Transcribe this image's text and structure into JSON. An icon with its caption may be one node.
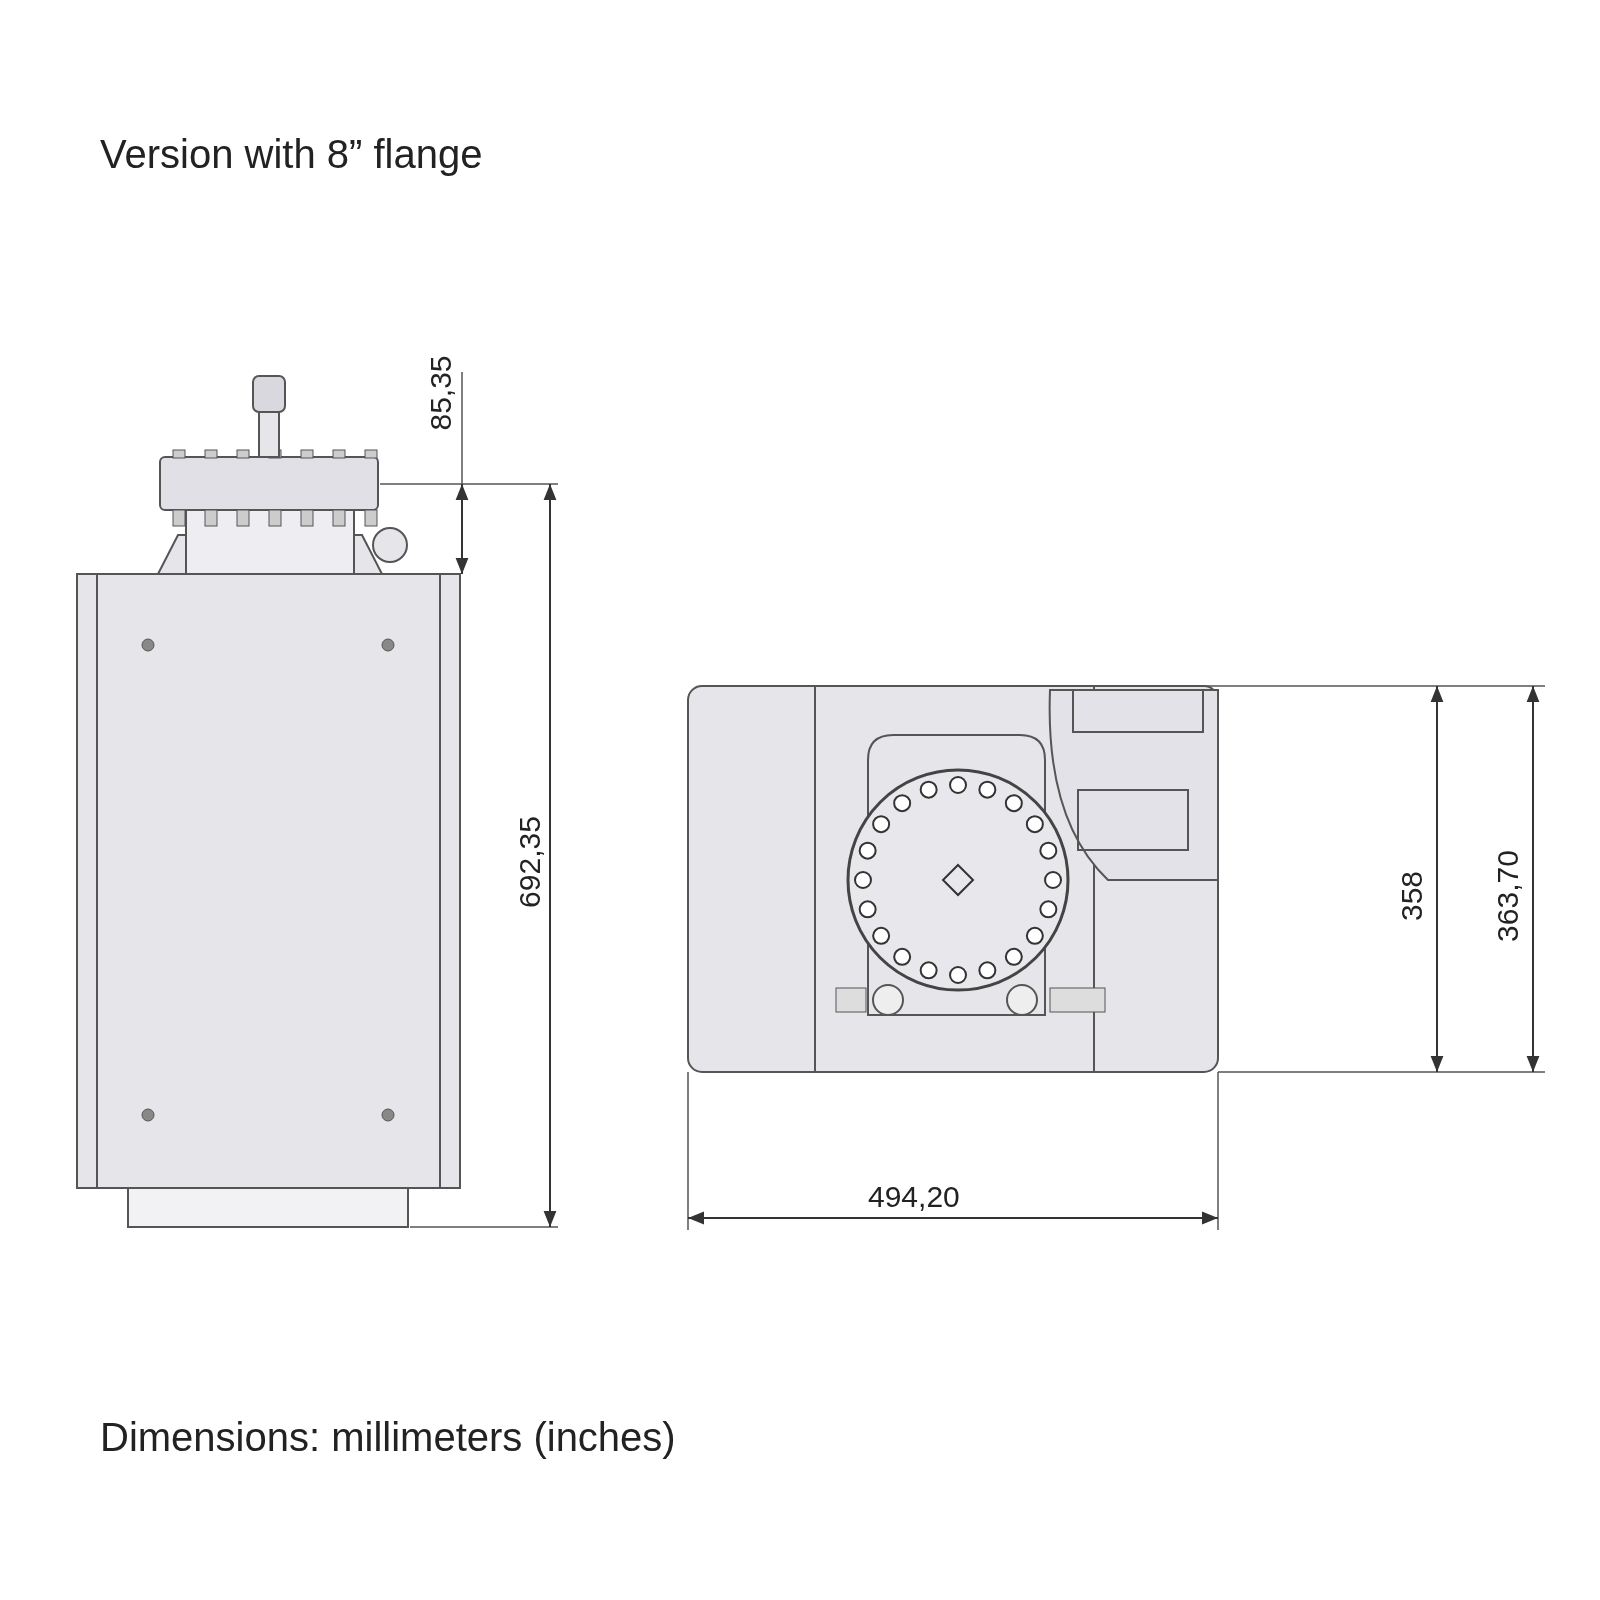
{
  "diagram": {
    "title": "Version with 8” flange",
    "caption": "Dimensions: millimeters (inches)",
    "labels": [
      "85,35",
      "692,35",
      "358",
      "363,70",
      "494,20"
    ]
  }
}
